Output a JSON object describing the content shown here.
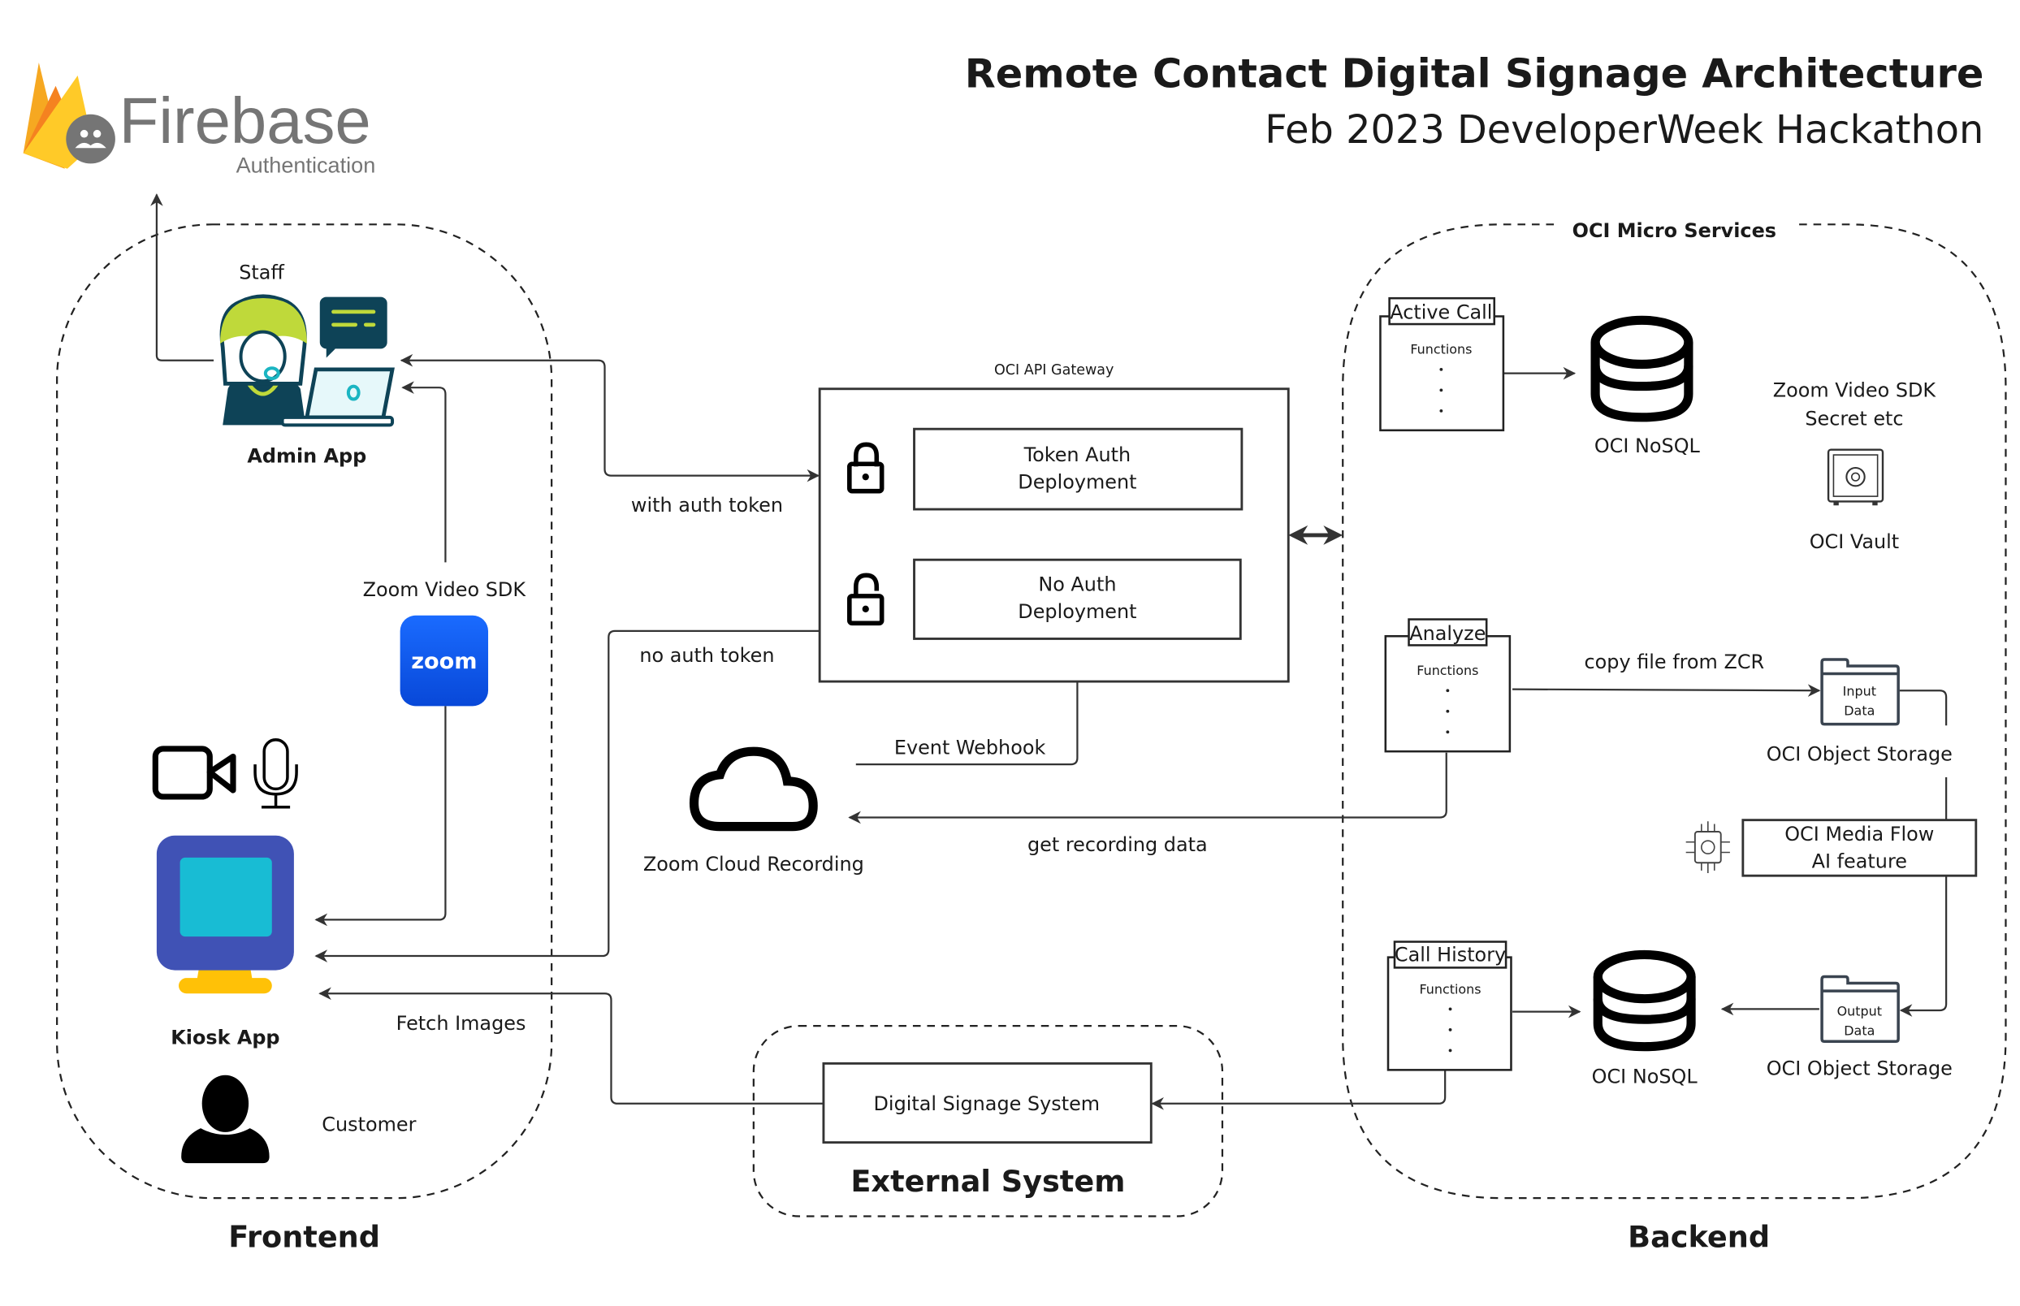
{
  "header": {
    "title": "Remote Contact Digital Signage Architecture",
    "subtitle": "Feb 2023 DeveloperWeek Hackathon"
  },
  "logo": {
    "name": "Firebase",
    "product": "Authentication"
  },
  "frontend": {
    "group_label": "Frontend",
    "staff_label": "Staff",
    "admin_app_label": "Admin App",
    "zoom_sdk_label": "Zoom Video SDK",
    "zoom_logo_text": "zoom",
    "kiosk_app_label": "Kiosk App",
    "customer_label": "Customer",
    "fetch_images_label": "Fetch Images"
  },
  "gateway": {
    "title": "OCI API Gateway",
    "token_auth": [
      "Token Auth",
      "Deployment"
    ],
    "no_auth": [
      "No Auth",
      "Deployment"
    ],
    "with_auth_label": "with auth token",
    "no_auth_label": "no auth token"
  },
  "zoom_cloud": {
    "label": "Zoom Cloud Recording",
    "event_webhook": "Event Webhook",
    "get_recording": "get recording data"
  },
  "external": {
    "group_label": "External System",
    "signage_label": "Digital Signage System"
  },
  "backend": {
    "group_label": "Backend",
    "microservices_label": "OCI Micro Services",
    "functions": [
      {
        "title": "Active Call",
        "sub": "Functions"
      },
      {
        "title": "Analyze",
        "sub": "Functions"
      },
      {
        "title": "Call History",
        "sub": "Functions"
      }
    ],
    "nosql_label": "OCI NoSQL",
    "vault_caption": [
      "Zoom Video SDK",
      "Secret etc"
    ],
    "vault_label": "OCI Vault",
    "copy_file_label": "copy file from ZCR",
    "input_folder": [
      "Input",
      "Data"
    ],
    "output_folder": [
      "Output",
      "Data"
    ],
    "object_storage_label": "OCI Object Storage",
    "media_flow": [
      "OCI Media Flow",
      "AI feature"
    ]
  },
  "colors": {
    "firebase_orange": "#F6A821",
    "firebase_yellow": "#FFCA28",
    "firebase_gray": "#757575",
    "staff_dark": "#0E4357",
    "staff_lime": "#BFD93A",
    "staff_teal": "#1BB5C2",
    "zoom_blue": "#0B5CFF",
    "kiosk_frame": "#4052B5",
    "kiosk_screen": "#18BCD4",
    "kiosk_stand": "#FFC107"
  }
}
